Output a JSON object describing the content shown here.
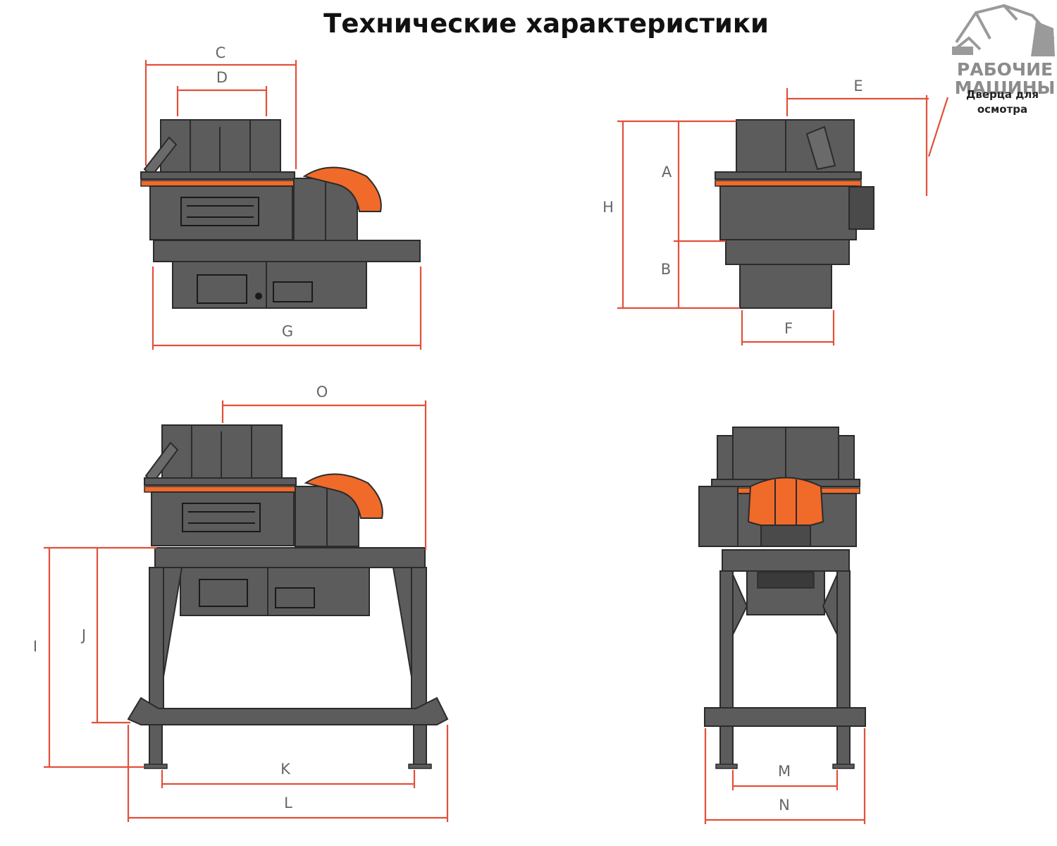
{
  "title": "Технические характеристики",
  "logo": {
    "line1": "РАБОЧИЕ",
    "line2": "МАШИНЫ"
  },
  "note": "Дверца для осмотра",
  "dimensions": {
    "C": "C",
    "D": "D",
    "G": "G",
    "E": "E",
    "A": "A",
    "H": "H",
    "B": "B",
    "F": "F",
    "O": "O",
    "I": "I",
    "J": "J",
    "K": "K",
    "L": "L",
    "M": "M",
    "N": "N"
  },
  "colors": {
    "machine": "#595959",
    "accent": "#f06a2a",
    "dimension": "#e2503a",
    "outline": "#2b2b2b"
  }
}
